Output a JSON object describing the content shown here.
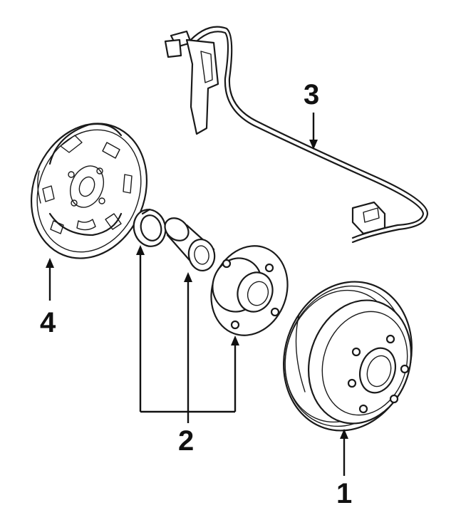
{
  "callouts": {
    "drum": "1",
    "hub_kit": "2",
    "sensor": "3",
    "backing_plate": "4"
  },
  "parts": [
    "drum-icon",
    "hub-flange-icon",
    "bearing-icon",
    "snap-ring-icon",
    "abs-sensor-icon",
    "backing-plate-icon"
  ]
}
